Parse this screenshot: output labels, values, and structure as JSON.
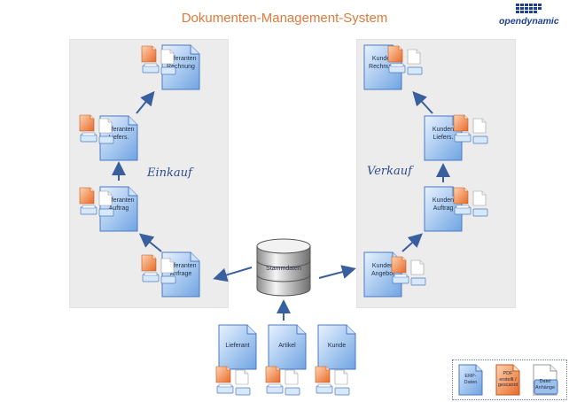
{
  "title": "Dokumenten-Management-System",
  "logo": {
    "text": "opendynamic"
  },
  "sections": {
    "left": "Einkauf",
    "right": "Verkauf"
  },
  "center": {
    "label": "Stammdaten"
  },
  "purchasing": [
    {
      "id": "anfrage",
      "label": "Lieferanten\nAnfrage"
    },
    {
      "id": "auftrag",
      "label": "Lieferanten\nAuftrag"
    },
    {
      "id": "liefers",
      "label": "Lieferanten\nLiefers."
    },
    {
      "id": "rechnung",
      "label": "Lieferanten\nRechnung"
    }
  ],
  "sales": [
    {
      "id": "angebot",
      "label": "Kunden\nAngebot"
    },
    {
      "id": "auftrag",
      "label": "Kunden\nAuftrag"
    },
    {
      "id": "liefers",
      "label": "Kunden\nLiefers."
    },
    {
      "id": "rechnung",
      "label": "Kunden\nRechnung"
    }
  ],
  "master": [
    {
      "id": "lieferant",
      "label": "Lieferant"
    },
    {
      "id": "artikel",
      "label": "Artikel"
    },
    {
      "id": "kunde",
      "label": "Kunde"
    }
  ],
  "legend": [
    {
      "id": "erp",
      "label": "ERP-\nDaten"
    },
    {
      "id": "pdf",
      "label": "PDF\nerstellt /\ngescannt"
    },
    {
      "id": "datei",
      "label": "Datei\nAnhänge"
    }
  ],
  "colors": {
    "title": "#e07a3c",
    "accent": "#1f3f93",
    "panel": "#ececec",
    "doc_blue": "#7fb0e8",
    "doc_orange": "#f08a4b",
    "arrow": "#3a5f9f"
  }
}
